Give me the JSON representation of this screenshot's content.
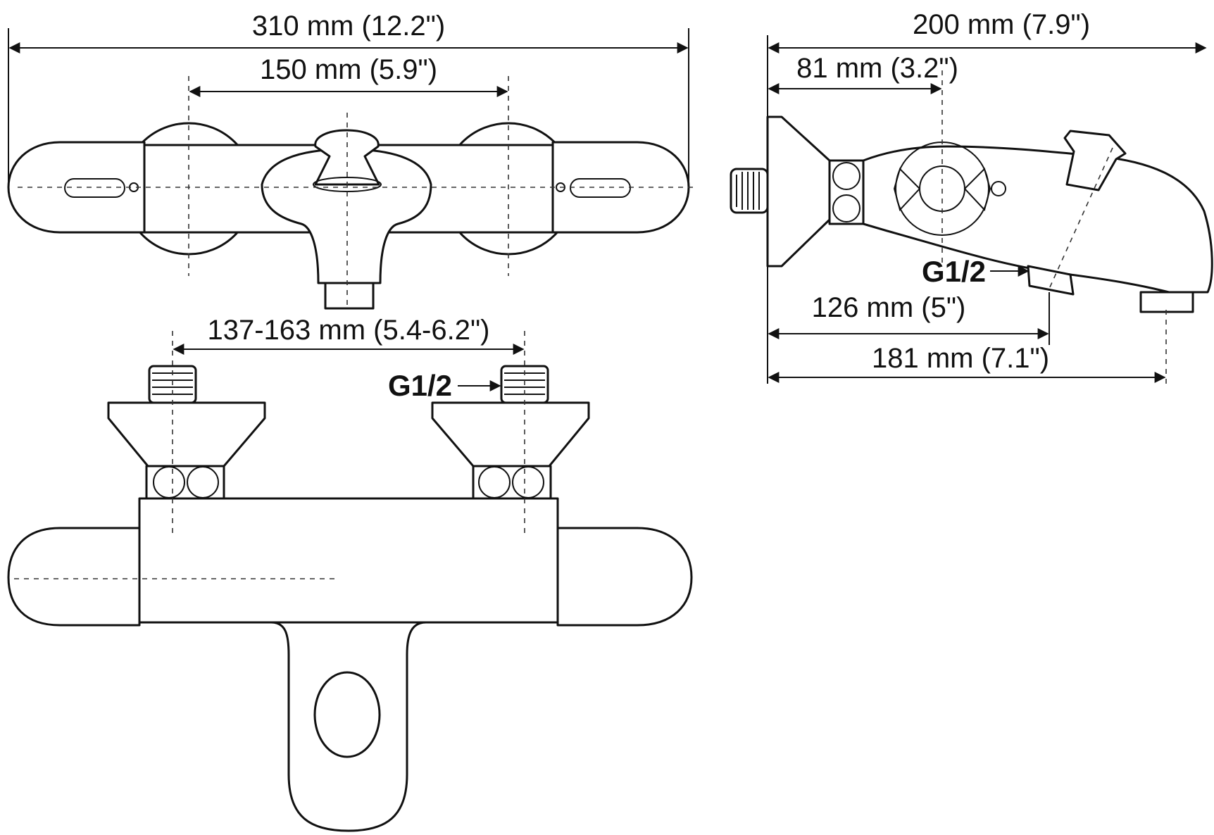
{
  "front_view": {
    "overall_width": "310 mm (12.2\")",
    "centers": "150 mm (5.9\")"
  },
  "side_view": {
    "overall_depth": "200 mm (7.9\")",
    "wall_to_center": "81 mm (3.2\")",
    "thread": "G1/2",
    "wall_to_outlet": "126 mm (5\")",
    "wall_to_spout": "181 mm (7.1\")"
  },
  "top_view": {
    "inlet_spacing": "137-163 mm (5.4-6.2\")",
    "thread": "G1/2"
  },
  "colors": {
    "line": "#111111",
    "background": "#ffffff"
  }
}
